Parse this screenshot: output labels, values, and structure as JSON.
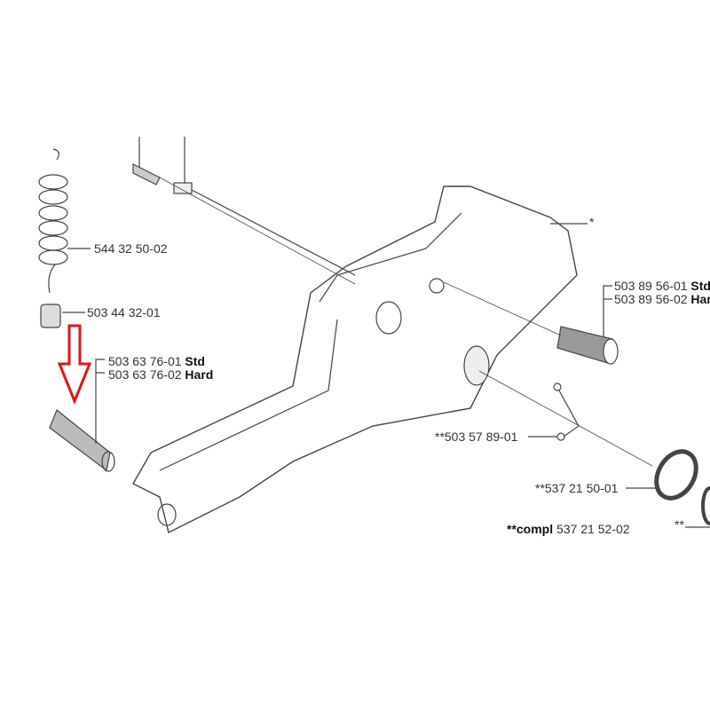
{
  "labels": {
    "fuel_hose": "544 32 50-02",
    "fuel_filter": "503 44 32-01",
    "av_front_std": "503 63 76-01",
    "av_front_std_suffix": "Std",
    "av_front_hard": "503 63 76-02",
    "av_front_hard_suffix": "Hard",
    "av_rear_std": "503 89 56-01",
    "av_rear_std_suffix": "Std",
    "av_rear_hard": "503 89 56-02",
    "av_rear_hard_suffix": "Hard",
    "tank_star": "*",
    "oil_pump_part": "**503 57 89-01",
    "seal": "**537 21 50-01",
    "compl_prefix": "**compl",
    "compl_number": "537 21 52-02",
    "seal2_star": "**"
  },
  "colors": {
    "arrow": "#e0141c",
    "line": "#444444"
  }
}
